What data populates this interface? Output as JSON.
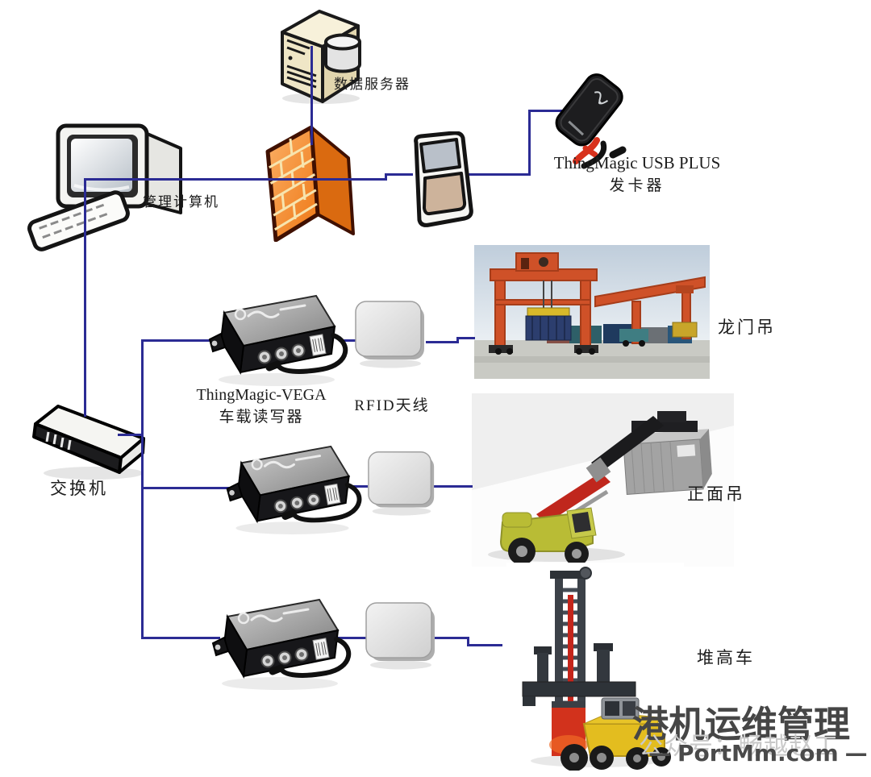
{
  "diagram_labels": {
    "data_server": "数据服务器",
    "management_computer": "管理计算机",
    "card_issuer_line1": "ThingMagic USB PLUS",
    "card_issuer_line2": "发卡器",
    "switch": "交换机",
    "reader_line1": "ThingMagic-VEGA",
    "reader_line2": "车载读写器",
    "antenna": "RFID天线",
    "gantry_crane": "龙门吊",
    "reach_stacker": "正面吊",
    "container_stacker": "堆高车"
  },
  "watermark": {
    "title": "港机运维管理",
    "subtitle": "公众号：畅越赵工",
    "site": "PortMm.com",
    "dash": "—"
  },
  "colors": {
    "connection_line": "#2b2b94",
    "firewall_orange": "#ee7714",
    "crane_orange": "#cf5128",
    "vehicle_yellow": "#e3bd1f",
    "reader_black": "#17171a",
    "antenna_gray": "#dedede"
  }
}
